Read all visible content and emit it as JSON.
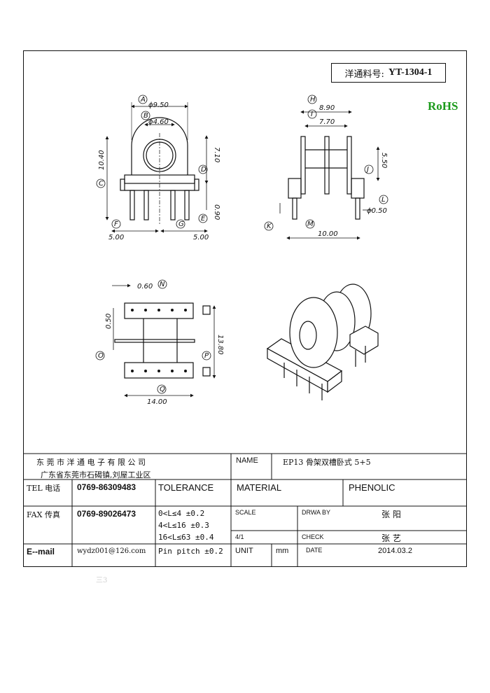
{
  "part_number": {
    "label": "洋通料号:",
    "value": "YT-1304-1"
  },
  "rohs": "RoHS",
  "dimensions": {
    "A": "ϕ9.50",
    "B": "ϕ4.60",
    "C_height": "10.40",
    "D": "7.10",
    "E": "0.90",
    "F": "5.00",
    "G": "5.00",
    "H": "8.90",
    "I": "7.70",
    "J": "5.50",
    "L": "ϕ0.50",
    "M": "10.00",
    "N": "0.60",
    "O": "0.50",
    "P": "13.80",
    "Q": "14.00"
  },
  "callouts": [
    "A",
    "B",
    "C",
    "D",
    "E",
    "F",
    "G",
    "H",
    "I",
    "J",
    "K",
    "L",
    "M",
    "N",
    "O",
    "P",
    "Q"
  ],
  "title_block": {
    "company_name": "东 莞 市 洋 通 电 子 有 限 公 司",
    "company_address": "广东省东莞市石碣镇,刘屋工业区",
    "name_label": "NAME",
    "name_value": "EP13 骨架双槽卧式 5+5",
    "tel_label": "TEL 电话",
    "tel_value": "0769-86309483",
    "tolerance_label": "TOLERANCE",
    "material_label": "MATERIAL",
    "material_value": "PHENOLIC",
    "fax_label": "FAX 传真",
    "fax_value": "0769-89026473",
    "tolerance_rows": [
      "0<L≤4   ±0.2",
      "4<L≤16  ±0.3",
      "16<L≤63 ±0.4",
      "Pin pitch ±0.2"
    ],
    "scale_label": "SCALE",
    "drawby_label": "DRWA BY",
    "drawby_value": "张 阳",
    "scale_value": "4/1",
    "check_label": "CHECK",
    "check_value": "张 艺",
    "email_label": "E--mail",
    "email_value": "wydz001@126.com",
    "unit_label": "UNIT",
    "unit_value": "mm",
    "date_label": "DATE",
    "date_value": "2014.03.2"
  },
  "watermark": "三3"
}
